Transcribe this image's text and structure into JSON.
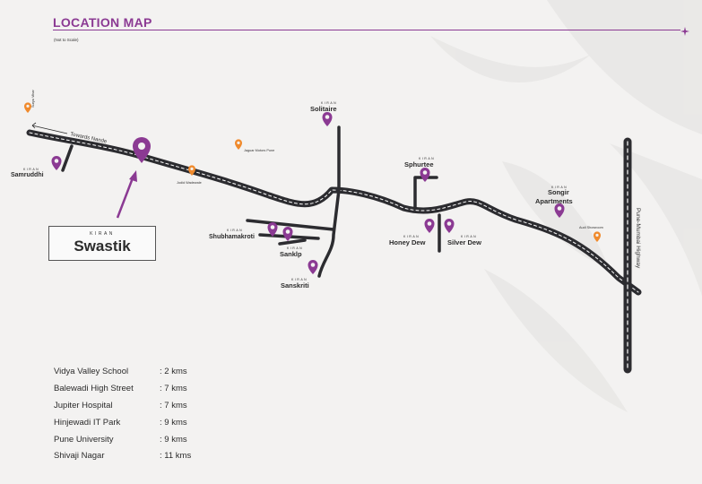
{
  "header": {
    "title": "LOCATION MAP",
    "note": "(Not to Scale)"
  },
  "map": {
    "towards_label": "Towards Nande",
    "highway_label": "Pune-Mumbai Highway",
    "brand": "KIRAN",
    "featured": {
      "brand": "KIRAN",
      "name": "Swastik"
    },
    "projects": {
      "samruddhi": "Samruddhi",
      "solitaire": "Solitaire",
      "sphurtee": "Sphurtee",
      "songir_1": "Songir",
      "songir_2": "Apartments",
      "shubhamakroti": "Shubhamakroti",
      "sankalp": "Sanklp",
      "sanskriti": "Sanskriti",
      "honey_dew": "Honey Dew",
      "silver_dew": "Silver Dew"
    },
    "landmarks": {
      "surya_vihar": "Surya Vihar",
      "jaypee": "Jaguar Motors Pune",
      "jadhav": "Jodid Wadewale",
      "audi": "Audi Showroom"
    }
  },
  "distances": [
    {
      "place": "Vidya Valley School",
      "value": ": 2 kms"
    },
    {
      "place": "Balewadi High Street",
      "value": ": 7 kms"
    },
    {
      "place": "Jupiter Hospital",
      "value": ": 7 kms"
    },
    {
      "place": "Hinjewadi IT Park",
      "value": ": 9 kms"
    },
    {
      "place": "Pune University",
      "value": ": 9 kms"
    },
    {
      "place": "Shivaji Nagar",
      "value": ": 11 kms"
    }
  ],
  "colors": {
    "accent": "#8b3a93",
    "road": "#2c2c30",
    "landmark": "#f08a2c"
  }
}
